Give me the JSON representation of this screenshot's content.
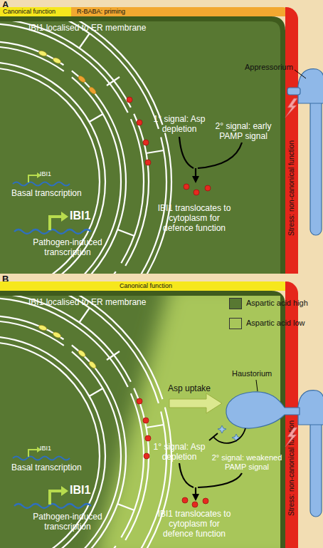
{
  "diagram": {
    "nodes": [
      {
        "text": [
          "A"
        ]
      },
      {
        "text": [
          "Canonical function"
        ],
        "in": 0
      },
      {
        "text": [
          "R-BABA: priming"
        ],
        "in": 0
      },
      {
        "text": [
          "Stress: non-canonical function"
        ],
        "in": 0
      },
      {
        "text": [
          "B"
        ]
      },
      {
        "text": [
          "Canonical function"
        ],
        "in": 4
      },
      {
        "text": [
          "Stress: non-canonical function"
        ],
        "in": 4
      }
    ],
    "labels": [
      "IBI1 localised to ER membrane",
      "IBI1",
      "Basal transcription",
      "IBI1",
      "Pathogen-induced transcription",
      "1° signal: Asp depletion",
      "2° signal: early PAMP signal",
      "IBI1 translocates to cytoplasm for defence function",
      "Appressorium",
      "IBI1 localised to ER membrane",
      "IBI1",
      "Basal transcription",
      "IBI1",
      "Pathogen-induced transcription",
      "Asp uptake",
      "1° signal: Asp depletion",
      "2° signal: weakened PAMP signal",
      "IBI1 translocates to cytoplasm for defence function",
      "Haustorium"
    ],
    "legend": [
      {
        "text": "Aspartic acid high",
        "color": "#587832"
      },
      {
        "text": "Aspartic acid low",
        "color": "#a8c65a"
      }
    ]
  }
}
